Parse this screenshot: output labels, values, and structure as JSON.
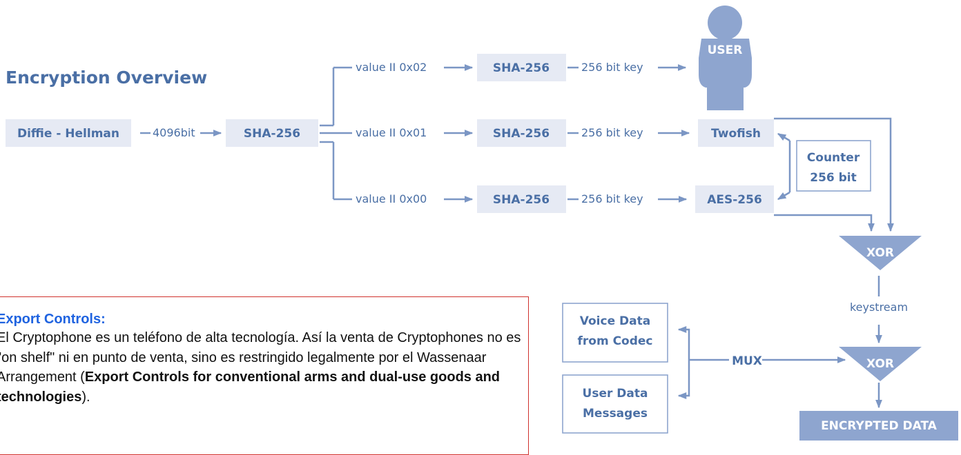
{
  "title": "Encryption Overview",
  "nodes": {
    "dh": "Diffie - Hellman",
    "sha_main": "SHA-256",
    "sha_top": "SHA-256",
    "sha_mid": "SHA-256",
    "sha_bot": "SHA-256",
    "user": "USER",
    "twofish": "Twofish",
    "aes": "AES-256",
    "counter_line1": "Counter",
    "counter_line2": "256 bit",
    "xor1": "XOR",
    "xor2": "XOR",
    "voice_line1": "Voice Data",
    "voice_line2": "from Codec",
    "userdata_line1": "User Data",
    "userdata_line2": "Messages",
    "mux": "MUX",
    "encrypted": "ENCRYPTED DATA"
  },
  "edges": {
    "bits": "4096bit",
    "value_top": "value II 0x02",
    "value_mid": "value II 0x01",
    "value_bot": "value II 0x00",
    "key_top": "256 bit key",
    "key_mid": "256 bit key",
    "key_bot": "256 bit key",
    "keystream": "keystream"
  },
  "export": {
    "heading": "Export Controls:",
    "text_1": "El Cryptophone es un teléfono de alta tecnología. Así la venta de Cryptophones no es \"on shelf\" ni en punto de venta, sino es restringido  legalmente por el Wassenaar Arrangement (",
    "text_bold": "Export Controls for  conventional arms and dual-use goods and technologies",
    "text_2": ")."
  },
  "colors": {
    "accent": "#4a6fa5",
    "line": "#7b96c4",
    "node_fill": "#e6eaf4",
    "dark_fill": "#8ea5cf",
    "export_border": "#d0312d",
    "export_heading": "#1f63e0"
  }
}
